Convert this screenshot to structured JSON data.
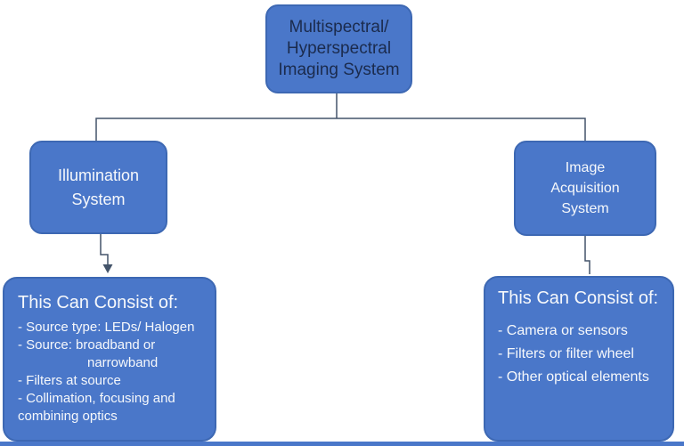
{
  "diagram": {
    "root": {
      "label": "Multispectral/\nHyperspectral\nImaging System"
    },
    "illumination": {
      "label": "Illumination\nSystem"
    },
    "acquisition": {
      "label": "Image\nAcquisition\nSystem"
    },
    "left_detail": {
      "title": "This Can Consist of:",
      "items": [
        "- Source type: LEDs/ Halogen",
        "- Source: broadband or",
        "narrowband",
        "- Filters at source",
        "- Collimation, focusing and",
        "combining optics"
      ]
    },
    "right_detail": {
      "title": "This Can Consist of:",
      "items": [
        "- Camera or sensors",
        "- Filters or filter wheel",
        "- Other optical elements"
      ]
    },
    "colors": {
      "box_fill": "#4a77c9",
      "box_border": "#3d68b3",
      "connector": "#44546a",
      "root_text": "#1b2b4d",
      "light_text": "#f6f8fb"
    }
  }
}
